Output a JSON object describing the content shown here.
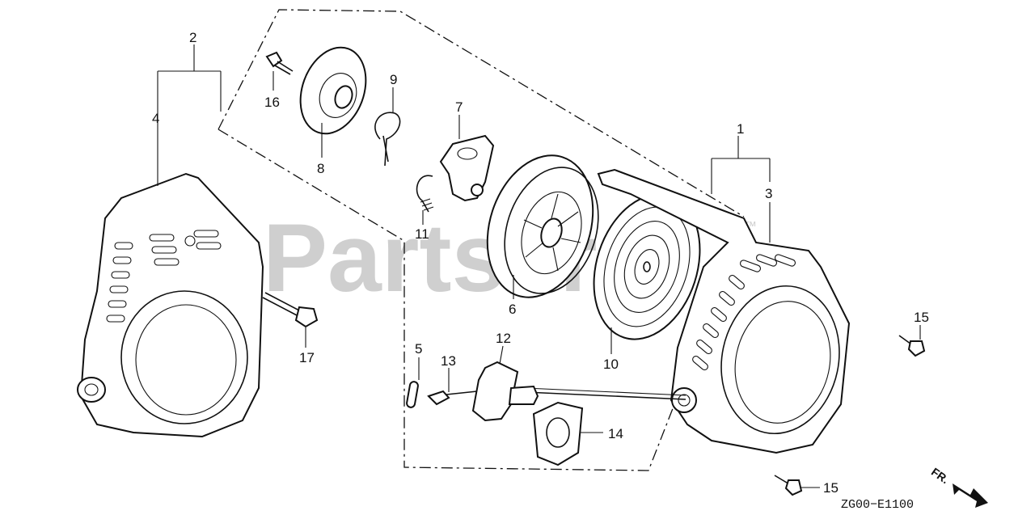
{
  "watermark": {
    "text": "PartsTre",
    "trademark": "™"
  },
  "callouts": {
    "c1": "1",
    "c2": "2",
    "c3": "3",
    "c4": "4",
    "c5": "5",
    "c6": "6",
    "c7": "7",
    "c8": "8",
    "c9": "9",
    "c10": "10",
    "c11": "11",
    "c12": "12",
    "c13": "13",
    "c14": "14",
    "c15a": "15",
    "c15b": "15",
    "c16": "16",
    "c17": "17"
  },
  "diagram_code": "ZG00−E1100",
  "direction_label": "FR."
}
